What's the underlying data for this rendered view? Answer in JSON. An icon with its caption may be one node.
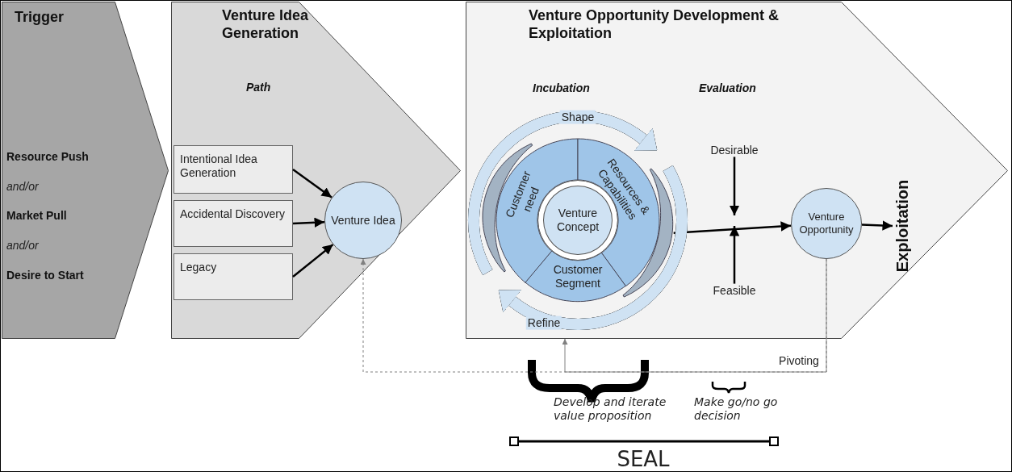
{
  "diagram": {
    "nodes": [
      {
        "text": [
          "Trigger",
          "Resource Push",
          "and/or",
          "Market Pull",
          "and/or",
          "Desire to Start"
        ]
      },
      {
        "text": [
          "Venture Idea Generation",
          "Path"
        ]
      },
      {
        "text": [
          "Intentional Idea Generation"
        ],
        "in": 1
      },
      {
        "text": [
          "Accidental Discovery"
        ],
        "in": 1
      },
      {
        "text": [
          "Legacy"
        ],
        "in": 1
      },
      {
        "text": [
          "Venture Idea"
        ],
        "in": 1
      },
      {
        "text": [
          "Venture Opportunity Development & Exploitation",
          "Incubation",
          "Evaluation"
        ]
      },
      {
        "text": [
          "Customer need"
        ],
        "in": 6
      },
      {
        "text": [
          "Resources & Capabilities"
        ],
        "in": 6
      },
      {
        "text": [
          "Customer Segment"
        ],
        "in": 6
      },
      {
        "text": [
          "Venture Concept"
        ],
        "in": 6
      },
      {
        "text": [
          "Desirable"
        ],
        "in": 6
      },
      {
        "text": [
          "Feasible"
        ],
        "in": 6
      },
      {
        "text": [
          "Venture Opportunity"
        ],
        "in": 6
      },
      {
        "text": [
          "Exploitation"
        ],
        "in": 6
      },
      {
        "text": [],
        "shape": "arc",
        "in": 6
      },
      {
        "text": [],
        "shape": "arc",
        "in": 6
      }
    ],
    "edges": [
      {
        "from": 2,
        "to": 5,
        "arrow": "to"
      },
      {
        "from": 3,
        "to": 5,
        "arrow": "to"
      },
      {
        "from": 4,
        "to": 5,
        "arrow": "to"
      },
      {
        "from": 15,
        "to": 16,
        "arrow": "to",
        "label": "Shape",
        "style": "thick",
        "color": "#cfe2f3"
      },
      {
        "from": 16,
        "to": 15,
        "arrow": "to",
        "label": "Refine",
        "style": "thick",
        "color": "#cfe2f3"
      },
      {
        "from": 11,
        "to": null,
        "arrow": "to"
      },
      {
        "from": 12,
        "to": null,
        "arrow": "to"
      },
      {
        "from": 16,
        "to": 13,
        "arrow": "to"
      },
      {
        "from": 13,
        "to": 14,
        "arrow": "to"
      },
      {
        "from": 13,
        "to": 6,
        "arrow": "to",
        "label": "Pivoting",
        "color": "#808080"
      },
      {
        "from": 13,
        "to": 5,
        "arrow": "to",
        "style": "dashed",
        "color": "#808080"
      }
    ],
    "labels": [
      "Develop and iterate value proposition",
      "Make go/no go decision",
      "SEAL"
    ]
  }
}
